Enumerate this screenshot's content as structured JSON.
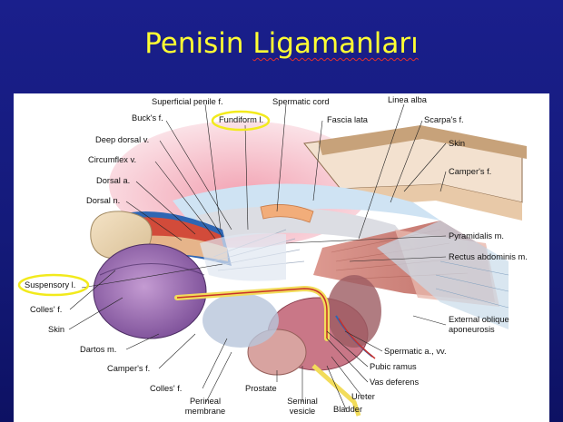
{
  "slide": {
    "title_main": "Penisin",
    "title_underlined": "Ligamanları"
  },
  "colors": {
    "background": "#161c82",
    "title": "#ffff33",
    "highlight_ring": "#f2ea1c",
    "figure_background": "#ffffff"
  },
  "figure": {
    "labels": {
      "superficial_penile_f": "Superficial penile f.",
      "spermatic_cord": "Spermatic cord",
      "linea_alba": "Linea alba",
      "bucks_f": "Buck's f.",
      "fundiform_l": "Fundiform l.",
      "fascia_lata": "Fascia lata",
      "scarpas_f": "Scarpa's f.",
      "deep_dorsal_v": "Deep dorsal v.",
      "skin_top": "Skin",
      "circumflex_v": "Circumflex v.",
      "campers_f_top": "Camper's f.",
      "dorsal_a": "Dorsal a.",
      "dorsal_n": "Dorsal n.",
      "pyramidalis_m": "Pyramidalis m.",
      "rectus_abdominis_m": "Rectus abdominis m.",
      "suspensory_l": "Suspensory l.",
      "colles_f_left": "Colles' f.",
      "external_oblique_1": "External oblique",
      "external_oblique_2": "aponeurosis",
      "skin_left": "Skin",
      "dartos_m": "Dartos m.",
      "spermatic_a_vv": "Spermatic a., vv.",
      "campers_f_bottom": "Camper's f.",
      "pubic_ramus": "Pubic ramus",
      "vas_deferens": "Vas deferens",
      "colles_f_bottom": "Colles' f.",
      "prostate": "Prostate",
      "ureter": "Ureter",
      "perineal_1": "Perineal",
      "perineal_2": "membrane",
      "seminal_1": "Seminal",
      "seminal_2": "vesicle",
      "bladder": "Bladder"
    }
  }
}
